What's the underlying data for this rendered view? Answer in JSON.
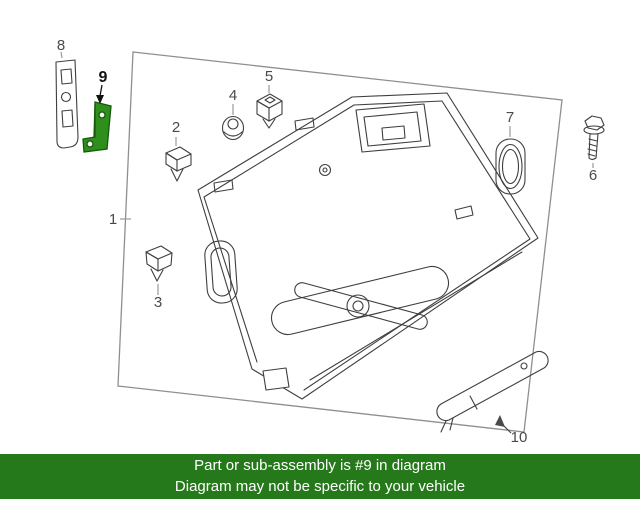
{
  "colors": {
    "background": "#ffffff",
    "line_art": "#3f3f3f",
    "border_gray": "#8f8f8f",
    "label_gray": "#4a4a4a",
    "highlight_green": "#2f8f1d",
    "highlight_outline": "#155a0a",
    "banner_green": "#26791b",
    "banner_text": "#ffffff"
  },
  "diagram": {
    "description": "exploded-parts-diagram-trunk-trim-panel",
    "highlighted_callout": "9",
    "callouts": [
      {
        "label": "1"
      },
      {
        "label": "2"
      },
      {
        "label": "3"
      },
      {
        "label": "4"
      },
      {
        "label": "5"
      },
      {
        "label": "6"
      },
      {
        "label": "7"
      },
      {
        "label": "8"
      },
      {
        "label": "9",
        "highlighted": true
      },
      {
        "label": "10"
      }
    ]
  },
  "banner": {
    "line1": "Part or sub-assembly is #9 in diagram",
    "line2": "Diagram may not be specific to your vehicle"
  }
}
